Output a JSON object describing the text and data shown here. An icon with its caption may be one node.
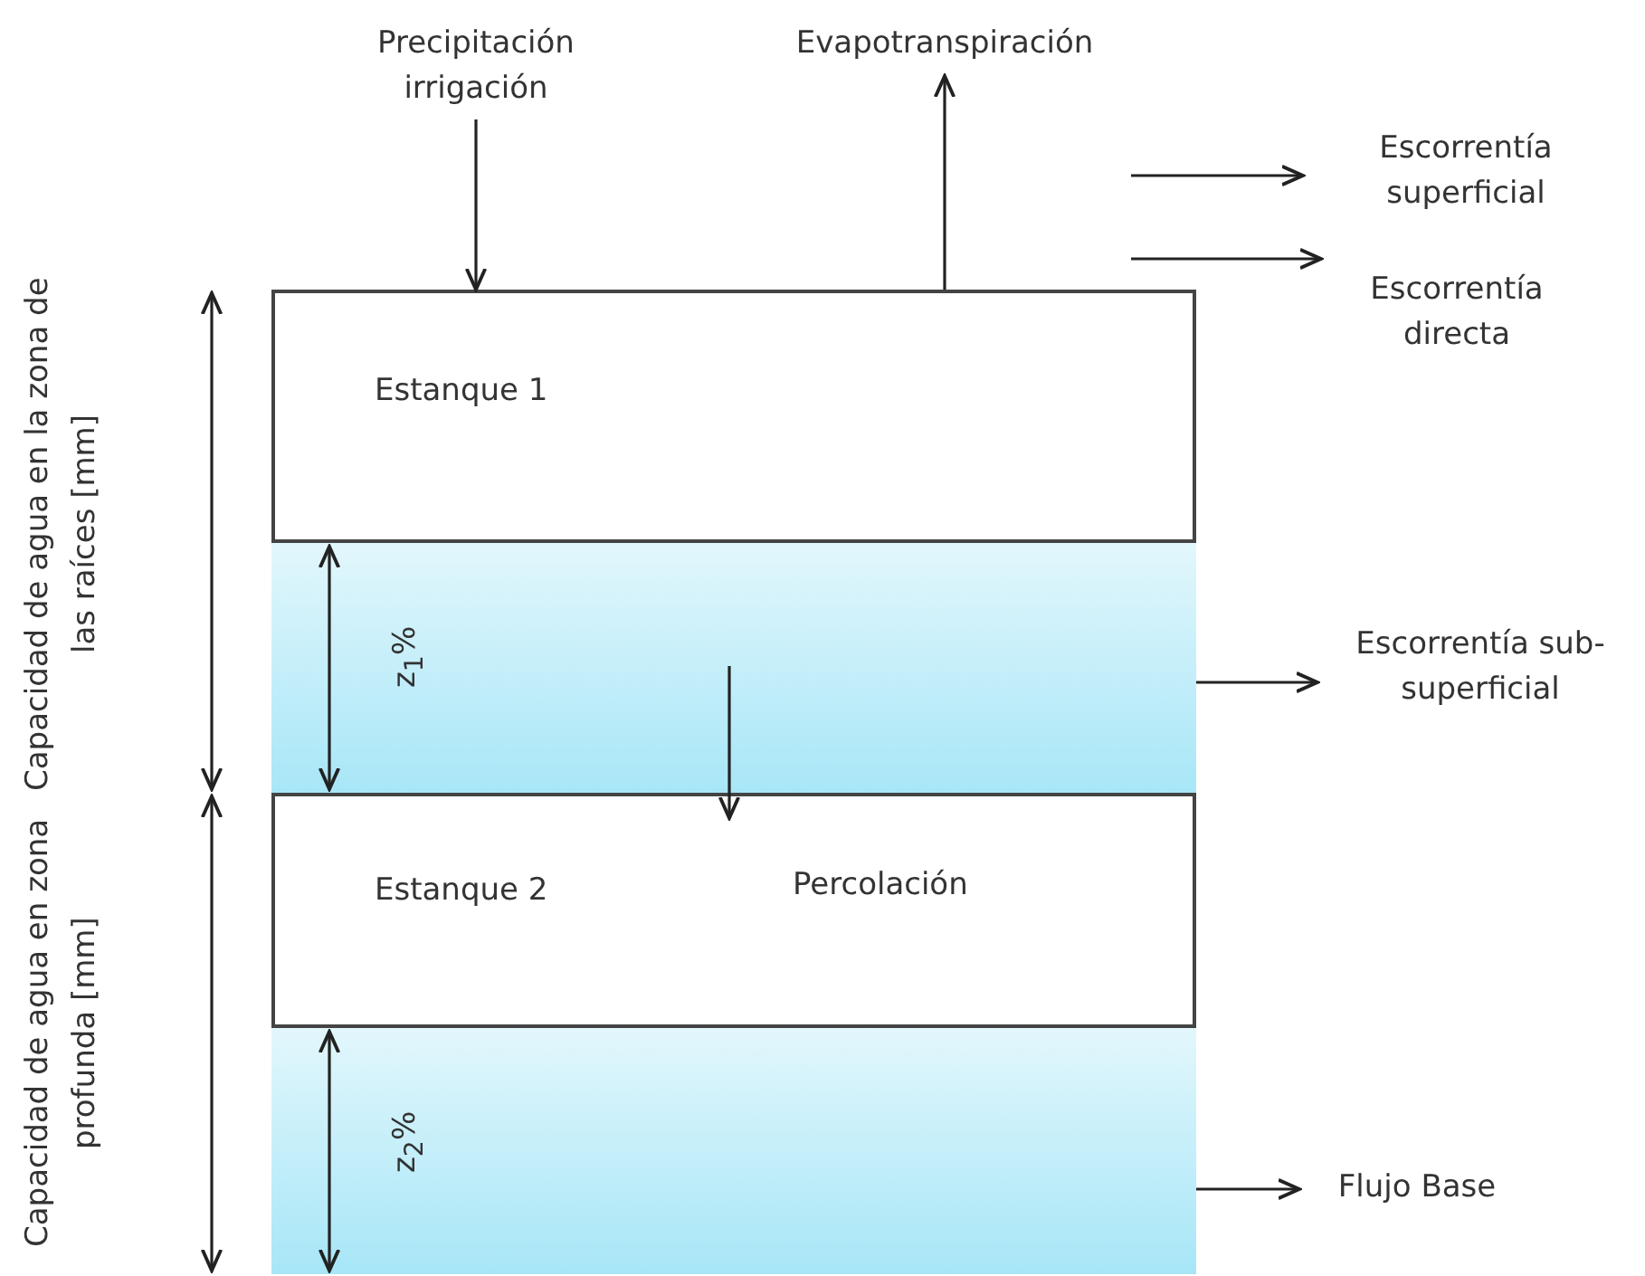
{
  "diagram": {
    "nodes": [
      {
        "text": [
          "Estanque 1"
        ]
      },
      {
        "text": [
          "z$_{1}$%"
        ],
        "in": 0
      },
      {
        "text": [
          "Estanque 2"
        ]
      },
      {
        "text": [
          "z$_{2}$%"
        ],
        "in": 2
      },
      {
        "text": [
          "Precipitación irrigación"
        ]
      },
      {
        "text": [
          "Evapotranspiración"
        ]
      },
      {
        "text": [
          "Escorrentía superficial"
        ]
      },
      {
        "text": [
          "Escorrentía directa"
        ]
      },
      {
        "text": [
          "Escorrentía sub-superficial"
        ]
      },
      {
        "text": [
          "Flujo Base"
        ]
      }
    ],
    "edges": [
      {
        "from": 4,
        "to": 0,
        "arrow": "to"
      },
      {
        "from": 0,
        "to": 5,
        "arrow": "to"
      },
      {
        "from": null,
        "to": 6,
        "arrow": "to"
      },
      {
        "from": null,
        "to": 7,
        "arrow": "to"
      },
      {
        "from": 1,
        "to": 8,
        "arrow": "to"
      },
      {
        "from": 1,
        "to": 2,
        "arrow": "to",
        "label": "Percolación"
      },
      {
        "from": 3,
        "to": 9,
        "arrow": "to"
      }
    ],
    "labels": [
      "Capacidad de agua en la zona de las raíces [mm]",
      "Capacidad de agua en zona profunda [mm]"
    ]
  }
}
